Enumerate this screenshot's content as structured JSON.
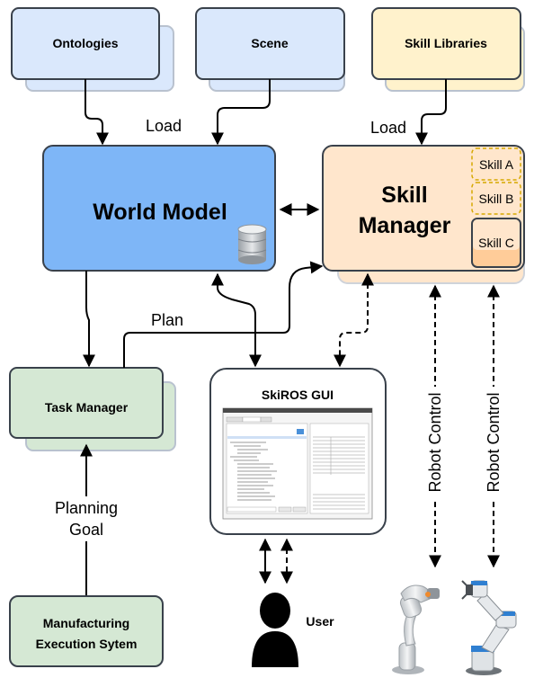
{
  "nodes": {
    "ontologies": "Ontologies",
    "scene": "Scene",
    "skill_libraries": "Skill Libraries",
    "world_model": "World Model",
    "skill_manager_line1": "Skill",
    "skill_manager_line2": "Manager",
    "skill_a": "Skill A",
    "skill_b": "Skill B",
    "skill_c": "Skill C",
    "task_manager": "Task Manager",
    "skiros_gui": "SkiROS GUI",
    "mes_line1": "Manufacturing",
    "mes_line2": "Execution Sytem",
    "user": "User"
  },
  "edges": {
    "load_left": "Load",
    "load_right": "Load",
    "plan": "Plan",
    "planning_goal_line1": "Planning",
    "planning_goal_line2": "Goal",
    "robot_control_1": "Robot Control",
    "robot_control_2": "Robot Control"
  },
  "colors": {
    "blue_fill": "#dae8fc",
    "blue_strong": "#7eb6f7",
    "orange_fill": "#ffe6cc",
    "orange_strong": "#ffcc99",
    "yellow_fill": "#fff2cc",
    "green_fill": "#d5e8d4",
    "shadow": "#cfd3da"
  }
}
